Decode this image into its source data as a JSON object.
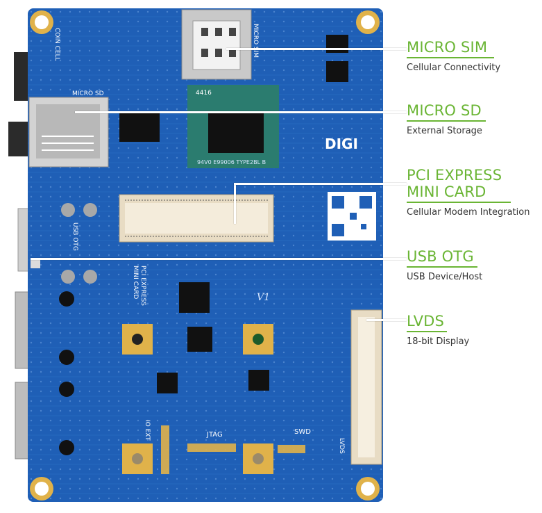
{
  "colors": {
    "accent": "#6ab534",
    "board": "#1f5fb6",
    "text": "#333333"
  },
  "callouts": [
    {
      "title": "MICRO SIM",
      "subtitle": "Cellular Connectivity"
    },
    {
      "title": "MICRO SD",
      "subtitle": "External Storage"
    },
    {
      "title": "PCI EXPRESS\nMINI CARD",
      "subtitle": "Cellular Modem Integration"
    },
    {
      "title": "USB OTG",
      "subtitle": "USB Device/Host"
    },
    {
      "title": "LVDS",
      "subtitle": "18-bit Display"
    }
  ],
  "board_labels": {
    "coin_cell": "COIN CELL",
    "micro_sd": "MICRO SD",
    "micro_sim": "MICRO SIM",
    "chip_id": "4416",
    "usb_otg": "USB OTG",
    "pci_express": "PCI EXPRESS",
    "mini_card": "MINI CARD",
    "jtag": "JTAG",
    "swd": "SWD",
    "io_ext": "IO EXT",
    "lvds": "LVDS",
    "brand": "DIGI",
    "module_code": "94V0  E99006  TYPE2BL B",
    "revision": "V1"
  }
}
